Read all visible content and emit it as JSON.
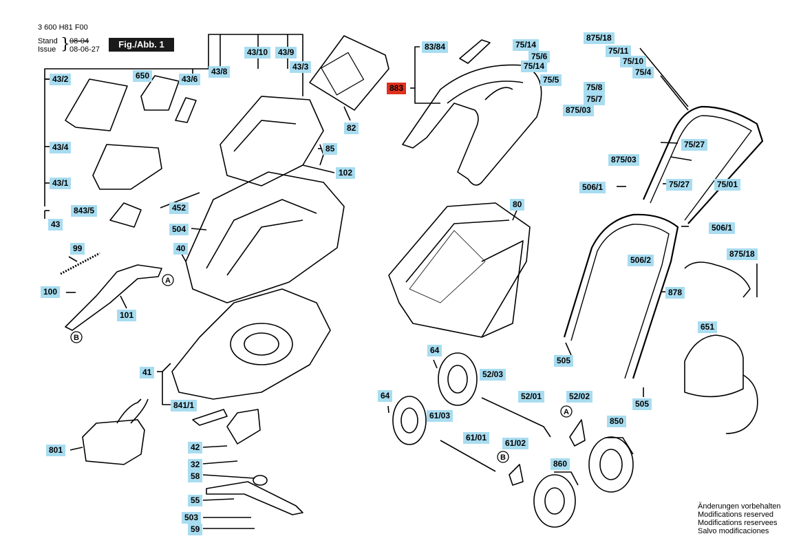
{
  "doc": {
    "number": "3 600 H81 F00",
    "stand_label": "Stand",
    "stand_value": "08-04",
    "issue_label": "Issue",
    "issue_value": "08-06-27",
    "figure_title": "Fig./Abb. 1"
  },
  "notes": [
    "Änderungen vorbehalten",
    "Modifications reserved",
    "Modifications reservees",
    "Salvo modificaciones"
  ],
  "refs": {
    "A": "A",
    "B": "B"
  },
  "labels": [
    {
      "id": "43_2",
      "text": "43/2"
    },
    {
      "id": "650",
      "text": "650"
    },
    {
      "id": "43_6",
      "text": "43/6"
    },
    {
      "id": "43_8",
      "text": "43/8"
    },
    {
      "id": "43_10",
      "text": "43/10"
    },
    {
      "id": "43_9",
      "text": "43/9"
    },
    {
      "id": "43_3",
      "text": "43/3"
    },
    {
      "id": "43_4",
      "text": "43/4"
    },
    {
      "id": "43_1",
      "text": "43/1"
    },
    {
      "id": "843_5",
      "text": "843/5"
    },
    {
      "id": "43",
      "text": "43"
    },
    {
      "id": "82",
      "text": "82"
    },
    {
      "id": "85",
      "text": "85"
    },
    {
      "id": "102",
      "text": "102"
    },
    {
      "id": "452",
      "text": "452"
    },
    {
      "id": "504",
      "text": "504"
    },
    {
      "id": "40",
      "text": "40"
    },
    {
      "id": "99",
      "text": "99"
    },
    {
      "id": "100",
      "text": "100"
    },
    {
      "id": "101",
      "text": "101"
    },
    {
      "id": "41",
      "text": "41"
    },
    {
      "id": "841_1",
      "text": "841/1"
    },
    {
      "id": "801",
      "text": "801"
    },
    {
      "id": "42",
      "text": "42"
    },
    {
      "id": "32",
      "text": "32"
    },
    {
      "id": "58",
      "text": "58"
    },
    {
      "id": "55",
      "text": "55"
    },
    {
      "id": "503",
      "text": "503"
    },
    {
      "id": "59",
      "text": "59"
    },
    {
      "id": "83_84",
      "text": "83/84"
    },
    {
      "id": "883",
      "text": "883"
    },
    {
      "id": "80",
      "text": "80"
    },
    {
      "id": "64a",
      "text": "64"
    },
    {
      "id": "52_03",
      "text": "52/03"
    },
    {
      "id": "52_01",
      "text": "52/01"
    },
    {
      "id": "52_02",
      "text": "52/02"
    },
    {
      "id": "64b",
      "text": "64"
    },
    {
      "id": "61_03",
      "text": "61/03"
    },
    {
      "id": "61_01",
      "text": "61/01"
    },
    {
      "id": "61_02",
      "text": "61/02"
    },
    {
      "id": "850",
      "text": "850"
    },
    {
      "id": "860",
      "text": "860"
    },
    {
      "id": "75_14a",
      "text": "75/14"
    },
    {
      "id": "75_6",
      "text": "75/6"
    },
    {
      "id": "75_14b",
      "text": "75/14"
    },
    {
      "id": "875_18a",
      "text": "875/18"
    },
    {
      "id": "75_11",
      "text": "75/11"
    },
    {
      "id": "75_10",
      "text": "75/10"
    },
    {
      "id": "75_4",
      "text": "75/4"
    },
    {
      "id": "75_5",
      "text": "75/5"
    },
    {
      "id": "75_8",
      "text": "75/8"
    },
    {
      "id": "75_7",
      "text": "75/7"
    },
    {
      "id": "875_03a",
      "text": "875/03"
    },
    {
      "id": "75_27a",
      "text": "75/27"
    },
    {
      "id": "875_03b",
      "text": "875/03"
    },
    {
      "id": "506_1a",
      "text": "506/1"
    },
    {
      "id": "75_27b",
      "text": "75/27"
    },
    {
      "id": "75_01",
      "text": "75/01"
    },
    {
      "id": "506_1b",
      "text": "506/1"
    },
    {
      "id": "506_2",
      "text": "506/2"
    },
    {
      "id": "875_18b",
      "text": "875/18"
    },
    {
      "id": "878",
      "text": "878"
    },
    {
      "id": "651",
      "text": "651"
    },
    {
      "id": "505a",
      "text": "505"
    },
    {
      "id": "505b",
      "text": "505"
    }
  ]
}
